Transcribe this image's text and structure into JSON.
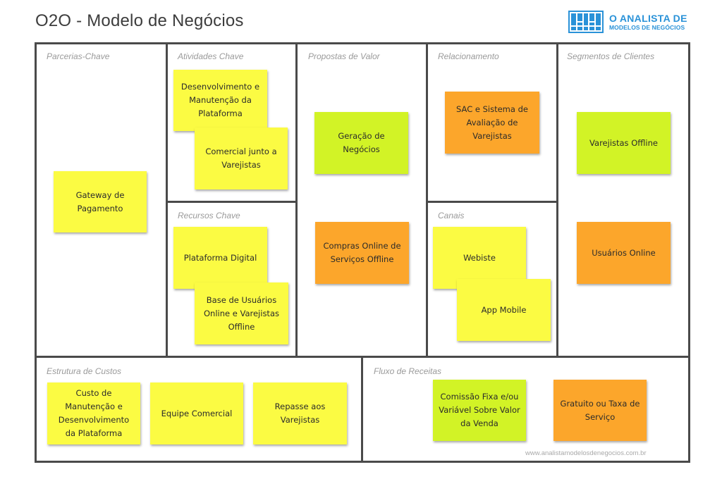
{
  "header": {
    "title": "O2O - Modelo de Negócios",
    "logo_line1": "O ANALISTA DE",
    "logo_line2": "MODELOS DE NEGÓCIOS",
    "logo_icon": "building-blocks-icon"
  },
  "sections": {
    "parcerias": "Parcerias-Chave",
    "atividades": "Atividades Chave",
    "recursos": "Recursos Chave",
    "propostas": "Propostas de Valor",
    "relacionamento": "Relacionamento",
    "canais": "Canais",
    "segmentos": "Segmentos de Clientes",
    "custos": "Estrutura de Custos",
    "receitas": "Fluxo de Receitas"
  },
  "notes": {
    "gateway": "Gateway de Pagamento",
    "desenvolvimento": "Desenvolvimento e Manutenção da Plataforma",
    "comercial": "Comercial junto a Varejistas",
    "plataforma": "Plataforma Digital",
    "base_usuarios": "Base de Usuários Online e Varejistas Offline",
    "geracao": "Geração de Negócios",
    "compras": "Compras Online de Serviços Offline",
    "sac": "SAC e Sistema de Avaliação de Varejistas",
    "webiste": "Webiste",
    "app": "App Mobile",
    "varejistas_offline": "Varejistas Offline",
    "usuarios_online": "Usuários Online",
    "custo_manutencao": "Custo de Manutenção e Desenvolvimento da Plataforma",
    "equipe": "Equipe Comercial",
    "repasse": "Repasse aos Varejistas",
    "comissao": "Comissão Fixa e/ou Variável Sobre Valor da Venda",
    "gratuito": "Gratuito ou Taxa de Serviço"
  },
  "colors": {
    "yellow": "#fbfb43",
    "green": "#d2f326",
    "orange": "#fca62b",
    "brand_blue": "#2a92d8",
    "border": "#4a4a4a"
  },
  "footer": {
    "credit": "www.analistamodelosdenegocios.com.br"
  }
}
